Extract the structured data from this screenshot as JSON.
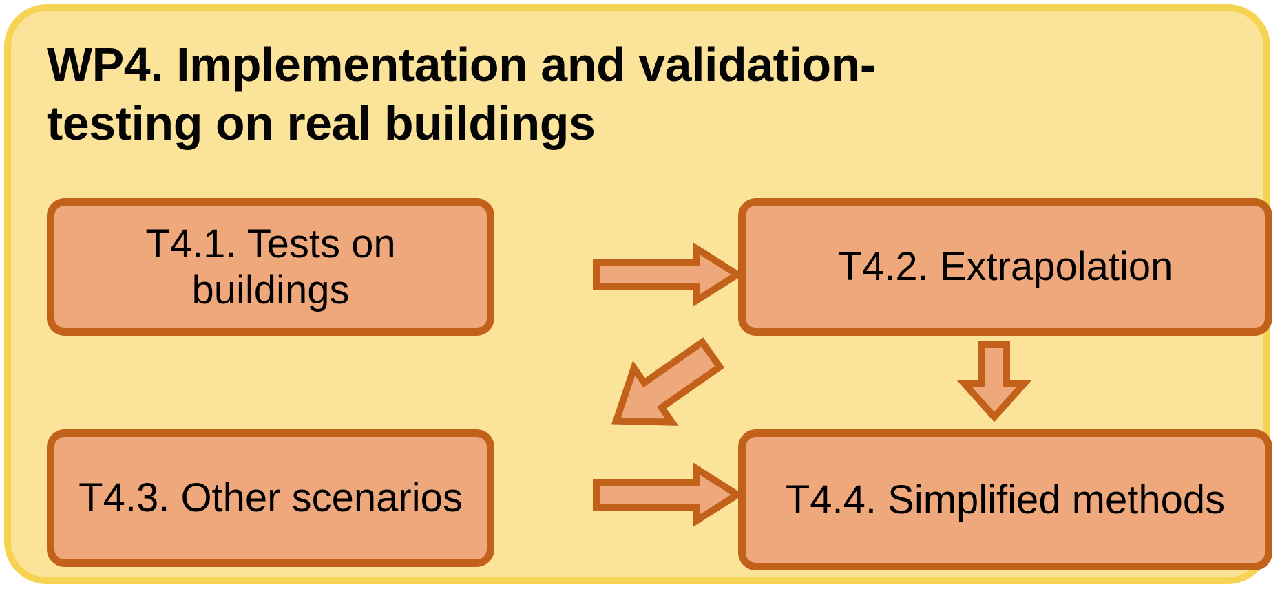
{
  "diagram": {
    "title": "WP4. Implementation and validation-\ntesting on real buildings",
    "title_plain": "WP4. Implementation and validation-testing on real buildings",
    "colors": {
      "container_fill": "#FBE39A",
      "container_border": "#F7D354",
      "box_fill": "#EFA77C",
      "box_border": "#C2621A",
      "text": "#000000"
    },
    "boxes": [
      {
        "id": "T4.1",
        "label": "T4.1. Tests on buildings"
      },
      {
        "id": "T4.2",
        "label": "T4.2. Extrapolation"
      },
      {
        "id": "T4.3",
        "label": "T4.3. Other scenarios"
      },
      {
        "id": "T4.4",
        "label": "T4.4. Simplified methods"
      }
    ],
    "arrows": [
      {
        "id": "a1",
        "from": "T4.1",
        "to": "T4.2",
        "direction": "right"
      },
      {
        "id": "a2",
        "from": "T4.2",
        "to": "T4.4",
        "direction": "down"
      },
      {
        "id": "a3",
        "from": "T4.2",
        "to": "T4.3",
        "direction": "diagonal-down-left"
      },
      {
        "id": "a4",
        "from": "T4.3",
        "to": "T4.4",
        "direction": "right"
      }
    ]
  }
}
